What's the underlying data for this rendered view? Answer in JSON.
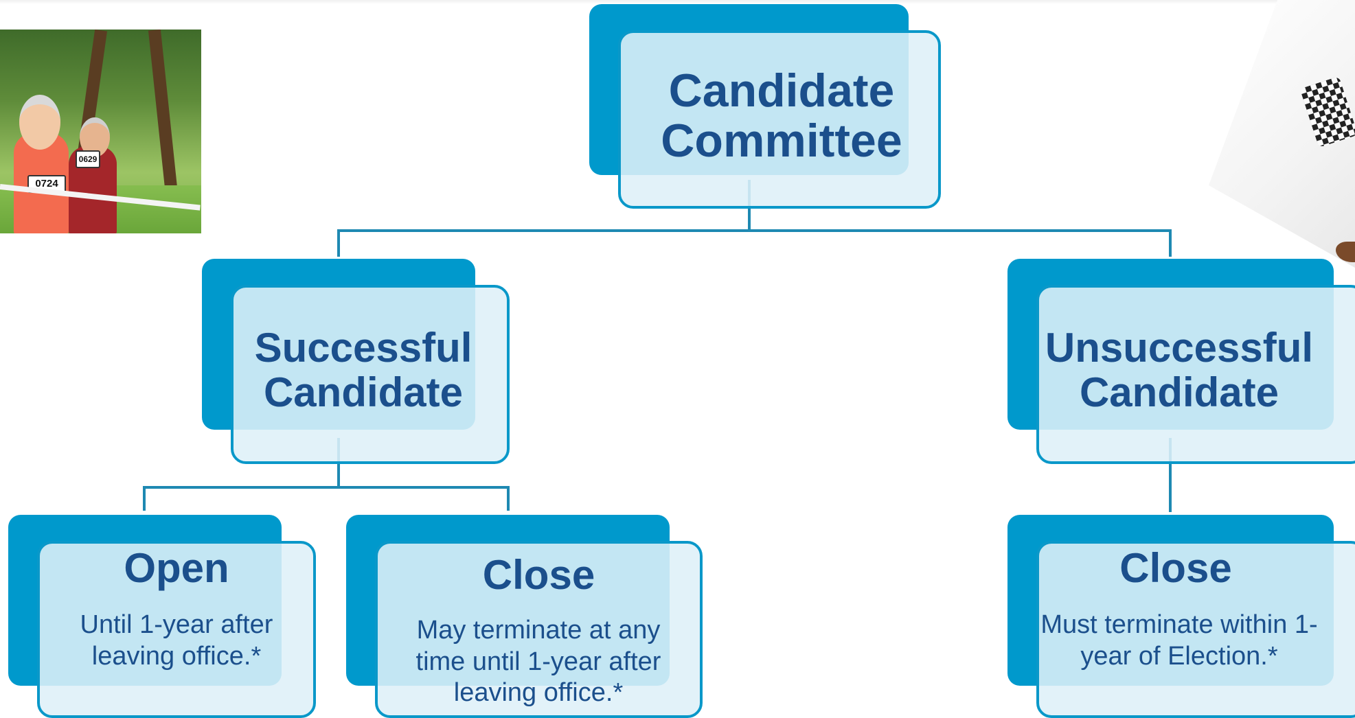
{
  "root": {
    "title": "Candidate Committee"
  },
  "branches": [
    {
      "title": "Successful Candidate",
      "children": [
        {
          "title": "Open",
          "desc": "Until 1-year after leaving office.*"
        },
        {
          "title": "Close",
          "desc": "May terminate at any time until 1-year after leaving office.*"
        }
      ]
    },
    {
      "title": "Unsuccessful Candidate",
      "children": [
        {
          "title": "Close",
          "desc": "Must terminate within 1-year of Election.*"
        }
      ]
    }
  ],
  "photo": {
    "bib_1": "0724",
    "bib_2": "0629"
  },
  "colors": {
    "accent": "#0099cc",
    "text": "#1b4f8c",
    "fill": "#def0f8",
    "line": "#1e89b2"
  }
}
